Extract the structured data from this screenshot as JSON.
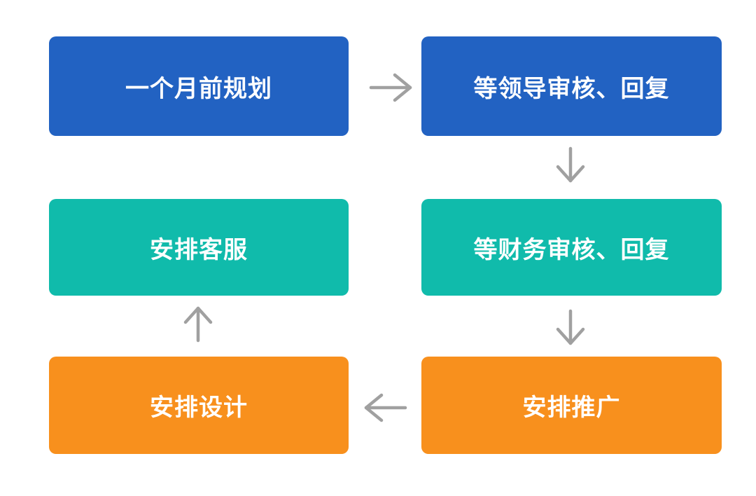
{
  "diagram": {
    "type": "flowchart",
    "background": "#ffffff",
    "text_color": "#ffffff",
    "arrow_color": "#a0a0a0",
    "palette": {
      "blue": "#2262c2",
      "teal": "#10bbab",
      "orange": "#f8901d"
    },
    "nodes": [
      {
        "id": "plan-month-ahead",
        "label": "一个月前规划",
        "color": "#2262c2",
        "row": 1,
        "col": 1
      },
      {
        "id": "leader-review-reply",
        "label": "等领导审核、回复",
        "color": "#2262c2",
        "row": 1,
        "col": 2
      },
      {
        "id": "assign-customer-service",
        "label": "安排客服",
        "color": "#10bbab",
        "row": 2,
        "col": 1
      },
      {
        "id": "finance-review-reply",
        "label": "等财务审核、回复",
        "color": "#10bbab",
        "row": 2,
        "col": 2
      },
      {
        "id": "assign-design",
        "label": "安排设计",
        "color": "#f8901d",
        "row": 3,
        "col": 1
      },
      {
        "id": "assign-promotion",
        "label": "安排推广",
        "color": "#f8901d",
        "row": 3,
        "col": 2
      }
    ],
    "edges": [
      {
        "from": "plan-month-ahead",
        "to": "leader-review-reply",
        "direction": "right"
      },
      {
        "from": "leader-review-reply",
        "to": "finance-review-reply",
        "direction": "down"
      },
      {
        "from": "finance-review-reply",
        "to": "assign-promotion",
        "direction": "down"
      },
      {
        "from": "assign-promotion",
        "to": "assign-design",
        "direction": "left"
      },
      {
        "from": "assign-design",
        "to": "assign-customer-service",
        "direction": "up"
      }
    ]
  }
}
